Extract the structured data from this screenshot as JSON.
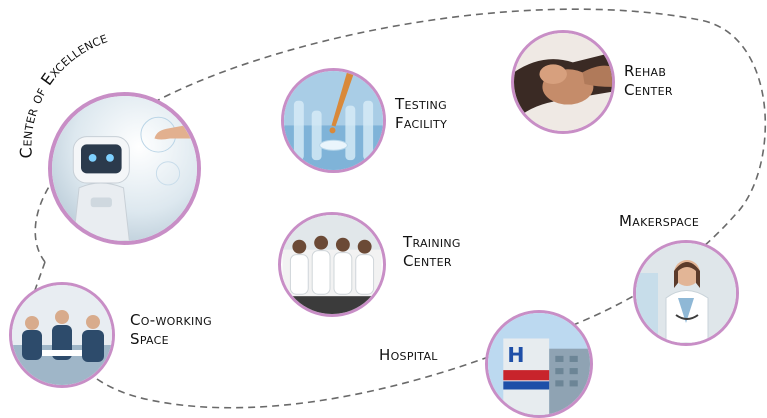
{
  "center_title": "Center of Excellence",
  "nodes": {
    "robot": {
      "name": "robot-image"
    },
    "testing": {
      "label_lines": [
        "Testing",
        "Facility"
      ]
    },
    "rehab": {
      "label_lines": [
        "Rehab",
        "Center"
      ]
    },
    "training": {
      "label_lines": [
        "Training",
        "Center"
      ]
    },
    "makerspace": {
      "label_lines": [
        "Makerspace"
      ]
    },
    "coworking": {
      "label_lines": [
        "Co-working",
        "Space"
      ]
    },
    "hospital": {
      "label_lines": [
        "Hospital"
      ]
    }
  },
  "colors": {
    "ring": "#c88ec6",
    "dash": "#6a6a6a",
    "text": "#111111"
  }
}
